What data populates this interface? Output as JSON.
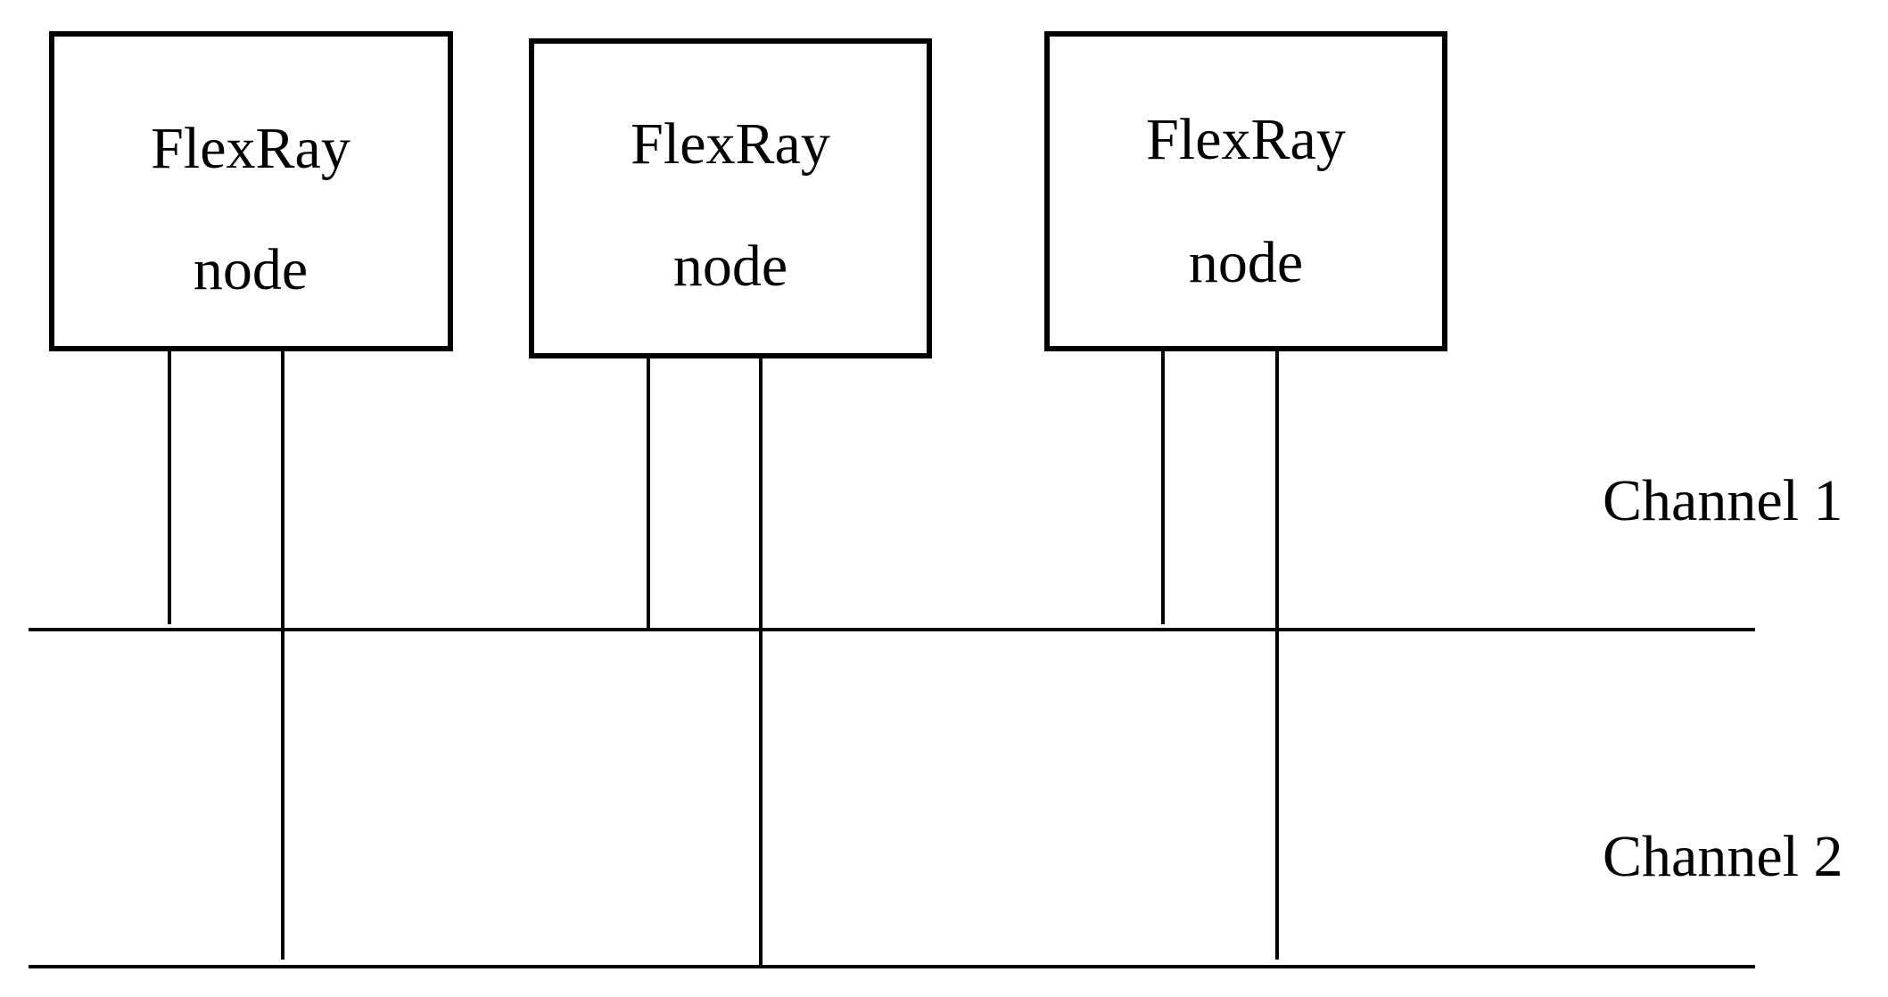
{
  "nodes": [
    {
      "line1": "FlexRay",
      "line2": "node"
    },
    {
      "line1": "FlexRay",
      "line2": "node"
    },
    {
      "line1": "FlexRay",
      "line2": "node"
    }
  ],
  "channels": [
    {
      "label": "Channel 1"
    },
    {
      "label": "Channel 2"
    }
  ],
  "colors": {
    "stroke": "#000000",
    "background": "#ffffff"
  }
}
